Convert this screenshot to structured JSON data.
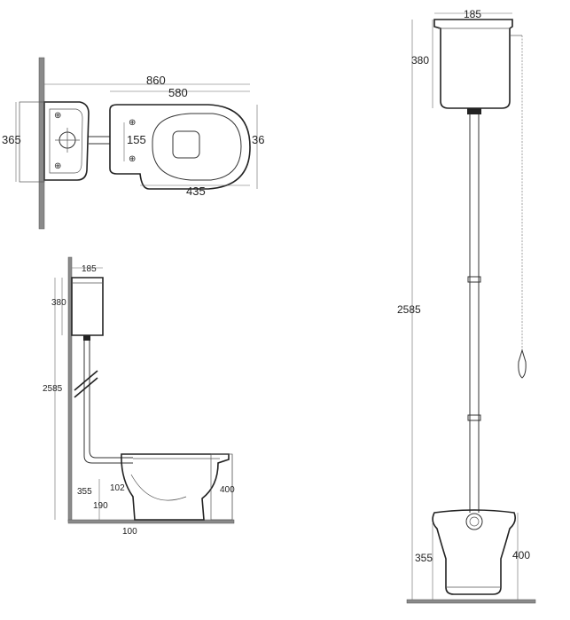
{
  "plan_view": {
    "dim_overall_length": "860",
    "dim_bowl_length": "580",
    "dim_wall_height": "365",
    "dim_bowl_height": "36",
    "dim_fixing_spacing": "155",
    "dim_bowl_front": "435"
  },
  "side_view": {
    "dim_cistern_depth": "185",
    "dim_cistern_height": "380",
    "dim_total_height": "2585",
    "dim_outlet_height": "355",
    "dim_outlet_offset": "102",
    "dim_outlet_centre": "190",
    "dim_wall_offset": "100",
    "dim_pan_height": "400"
  },
  "front_view": {
    "dim_cistern_width": "185",
    "dim_cistern_height": "380",
    "dim_total_height": "2585",
    "dim_outlet_height": "355",
    "dim_pan_height": "400"
  }
}
